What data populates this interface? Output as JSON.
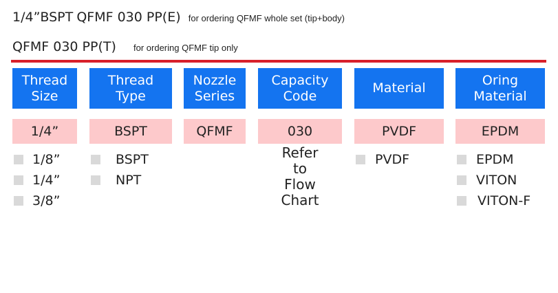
{
  "order": {
    "size": "1/4”",
    "type": "BSPT",
    "full_code": "QFMF 030 PP(E)",
    "full_note": "for ordering QFMF whole set (tip+body)",
    "tip_code": "QFMF 030 PP(T)",
    "tip_note": "for ordering QFMF tip only"
  },
  "accent_colors": {
    "header_bg": "#1474f0",
    "selected_bg": "#fdc9cb",
    "rule": "#d8202a",
    "checkbox": "#d9d9d9"
  },
  "columns": [
    {
      "header": [
        "Thread",
        "Size"
      ],
      "selected": "1/4”",
      "options": [
        "1/8”",
        "1/4”",
        "3/8”"
      ]
    },
    {
      "header": [
        "Thread",
        "Type"
      ],
      "selected": "BSPT",
      "options": [
        "BSPT",
        "NPT"
      ]
    },
    {
      "header": [
        "Nozzle",
        "Series"
      ],
      "selected": "QFMF",
      "options": []
    },
    {
      "header": [
        "Capacity",
        "Code"
      ],
      "selected": "030",
      "refer": [
        "Refer",
        "to",
        "Flow",
        "Chart"
      ]
    },
    {
      "header": [
        "Material"
      ],
      "selected": "PVDF",
      "options": [
        "PVDF"
      ]
    },
    {
      "header": [
        "Oring",
        "Material"
      ],
      "selected": "EPDM",
      "options": [
        "EPDM",
        "VITON",
        "VITON-F"
      ]
    }
  ]
}
